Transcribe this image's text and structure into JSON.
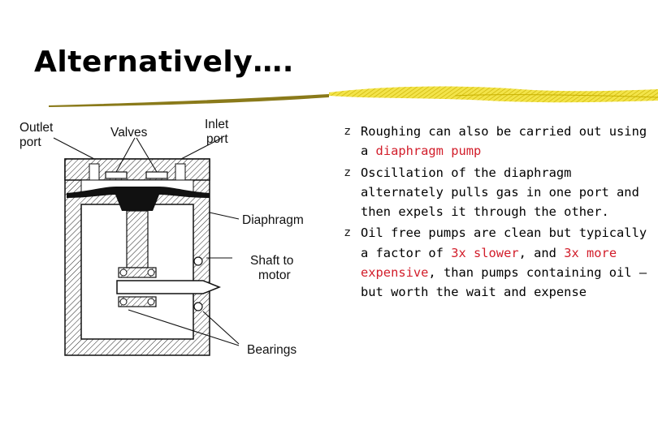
{
  "slide": {
    "title": "Alternatively….",
    "bullet_marker": "z"
  },
  "diagram": {
    "labels": {
      "outlet_port_line1": "Outlet",
      "outlet_port_line2": "port",
      "valves": "Valves",
      "inlet_port_line1": "Inlet",
      "inlet_port_line2": "port",
      "diaphragm": "Diaphragm",
      "shaft_line1": "Shaft to",
      "shaft_line2": "motor",
      "bearings": "Bearings"
    }
  },
  "bullets": [
    {
      "pre": "Roughing can also be carried out using a ",
      "hl1": "diaphragm pump",
      "mid": "",
      "hl2": "",
      "post": ""
    },
    {
      "pre": "Oscillation of the diaphragm alternately pulls gas in one port and then expels it through the other.",
      "hl1": "",
      "mid": "",
      "hl2": "",
      "post": ""
    },
    {
      "pre": "Oil free pumps are clean but typically a factor of ",
      "hl1": "3x slower",
      "mid": ", and ",
      "hl2": "3x more expensive",
      "post": ", than pumps containing oil – but worth the wait and expense"
    }
  ],
  "colors": {
    "highlight": "#d21d2a",
    "underline_yellow": "#e9d61c"
  }
}
